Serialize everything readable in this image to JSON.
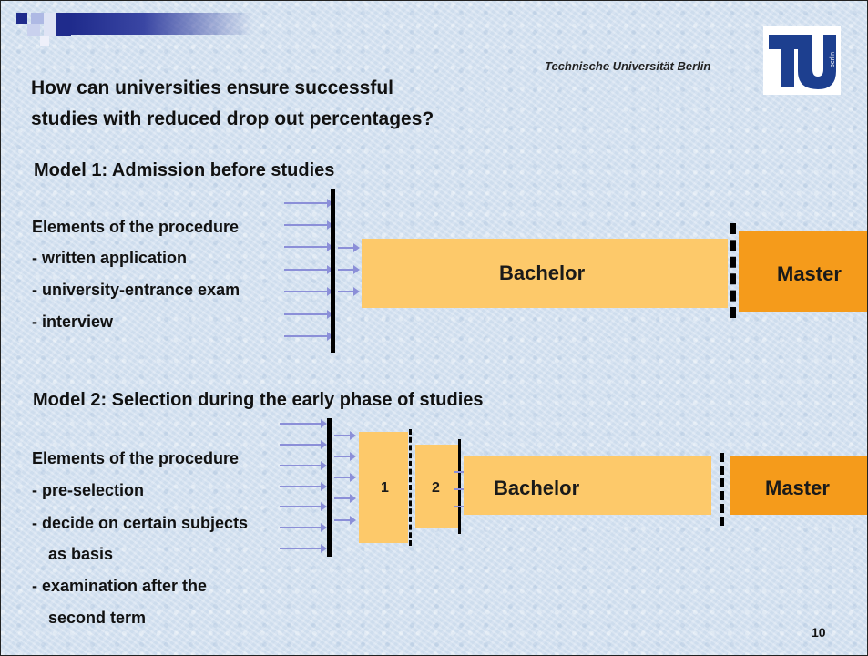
{
  "header": {
    "university": "Technische Universität Berlin",
    "logo_text": "berlin",
    "title_line1": "How can universities ensure successful",
    "title_line2": "studies with reduced drop out percentages?"
  },
  "model1": {
    "heading": "Model 1: Admission before studies",
    "elements_heading": "Elements of the procedure",
    "items": [
      "- written application",
      "- university-entrance exam",
      "- interview"
    ],
    "bachelor_label": "Bachelor",
    "master_label": "Master"
  },
  "model2": {
    "heading": "Model 2: Selection during the early phase of studies",
    "elements_heading": "Elements of the procedure",
    "items": [
      "- pre-selection",
      "- decide on certain subjects",
      "as basis",
      "- examination after the",
      "second term"
    ],
    "stage1_label": "1",
    "stage2_label": "2",
    "bachelor_label": "Bachelor",
    "master_label": "Master"
  },
  "page_number": "10",
  "colors": {
    "background": "#d6e3f1",
    "bachelor_fill": "#fdc96a",
    "master_fill": "#f59b1b",
    "arrow": "#8b8fd8"
  }
}
